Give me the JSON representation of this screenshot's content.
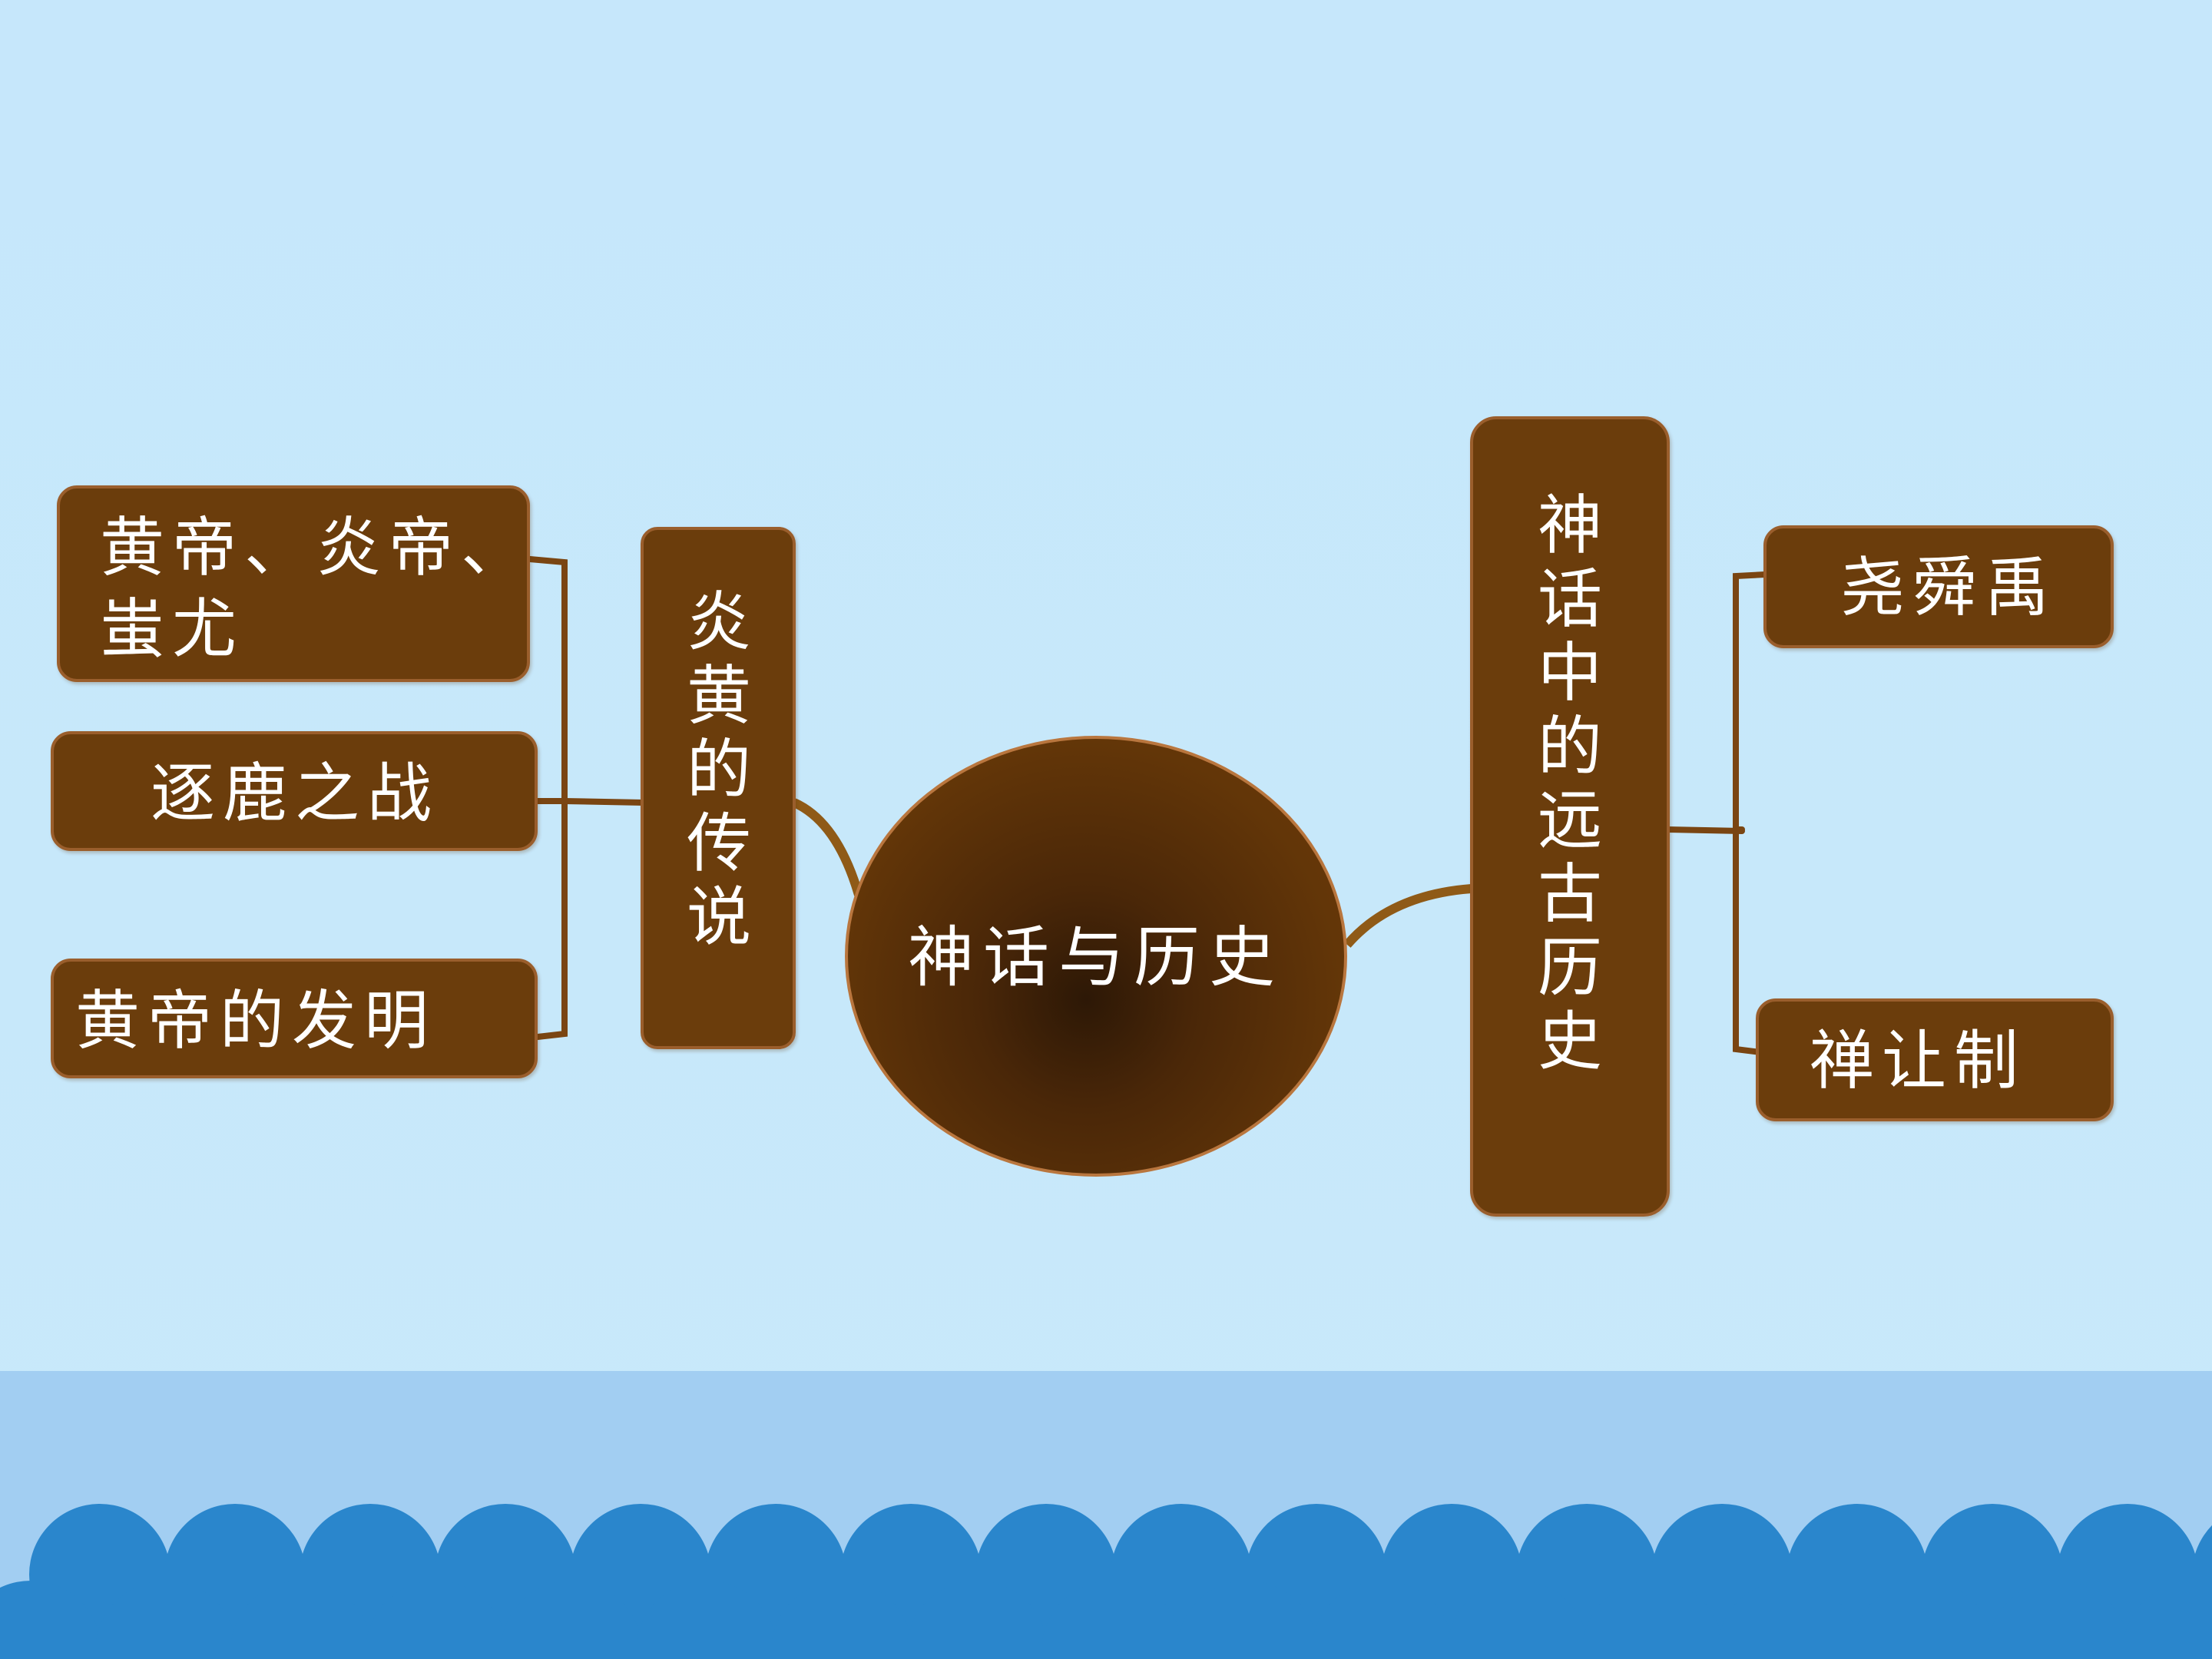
{
  "colors": {
    "background": "#c8e8fa",
    "band": "#a2cef2",
    "wave": "#2a86cc",
    "node_fill": "#6b3d0c",
    "node_border": "#9a5e2c",
    "connector": "#7a4512",
    "connector_curve": "#8f5a17"
  },
  "center": {
    "label": "神话与历史"
  },
  "left_branch": {
    "label": "炎黄的传说",
    "children": [
      {
        "label_line1": "黄帝、炎帝、",
        "label_line2": "蚩尤"
      },
      {
        "label": "逐鹿之战"
      },
      {
        "label": "黄帝的发明"
      }
    ]
  },
  "right_branch": {
    "label": "神话中的远古历史",
    "children": [
      {
        "label": "尧舜禹"
      },
      {
        "label": "禅让制"
      }
    ]
  }
}
